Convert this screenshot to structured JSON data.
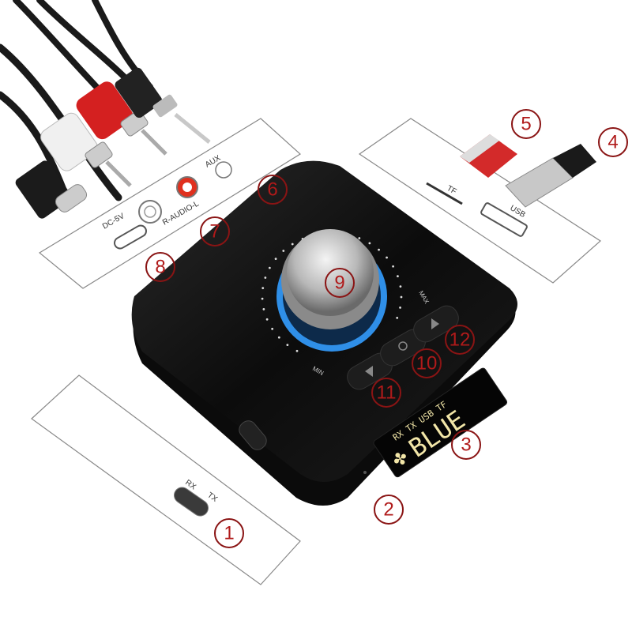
{
  "panels": {
    "rear": {
      "dc_label": "DC-5V",
      "audio_label": "R-AUDIO-L",
      "aux_label": "AUX"
    },
    "side": {
      "tf_label": "TF",
      "usb_label": "USB"
    },
    "switch": {
      "rx_label": "RX",
      "tx_label": "TX"
    }
  },
  "device": {
    "min_label": "MIN",
    "max_label": "MAX",
    "display": {
      "indicators": "RX TX USB TF",
      "text": "BLUE"
    }
  },
  "callouts": [
    "1",
    "2",
    "3",
    "4",
    "5",
    "6",
    "7",
    "8",
    "9",
    "10",
    "11",
    "12"
  ],
  "colors": {
    "callout": "#8a1414",
    "knob_ring": "#3aa0ff",
    "device_body": "#111111",
    "lcd": "#f2e6a8",
    "rca_red": "#d42020"
  }
}
